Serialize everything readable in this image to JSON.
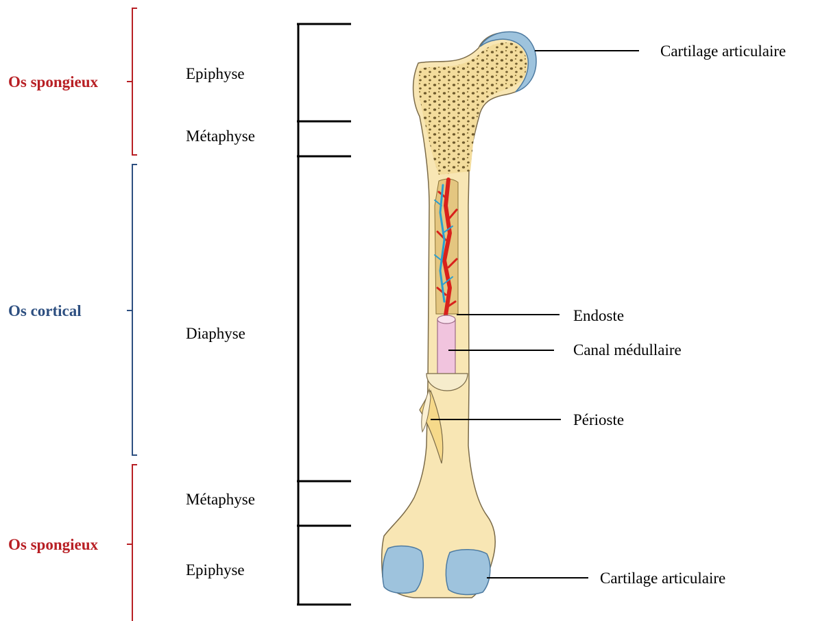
{
  "colors": {
    "spongy": "#b81f24",
    "cortical": "#2d4f80",
    "bone": "#f8e6b4",
    "bone_outline": "#7a6a48",
    "cartilage": "#9ec3dd",
    "canal": "#f1c4de",
    "artery": "#d8211c",
    "vein": "#2b9fd0",
    "periosteum": "#f6d98a"
  },
  "left_brackets": {
    "top": "Os spongieux",
    "middle": "Os cortical",
    "bottom": "Os spongieux"
  },
  "regions": {
    "epiphyse_top": "Epiphyse",
    "metaphyse_top": "Métaphyse",
    "diaphyse": "Diaphyse",
    "metaphyse_bottom": "Métaphyse",
    "epiphyse_bottom": "Epiphyse"
  },
  "callouts": {
    "cartilage_top": "Cartilage articulaire",
    "endoste": "Endoste",
    "canal": "Canal médullaire",
    "perioste": "Périoste",
    "cartilage_bottom": "Cartilage articulaire"
  },
  "icons": {
    "bone": "femur-cross-section-illustration"
  }
}
